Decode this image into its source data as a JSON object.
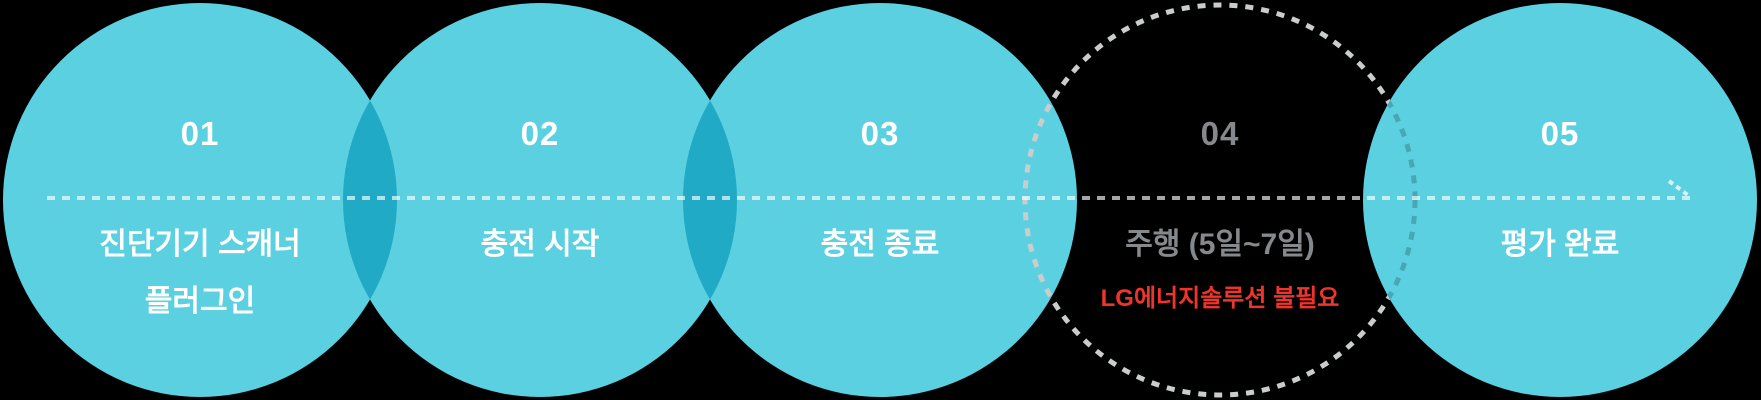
{
  "diagram": {
    "kind": "process-flow",
    "direction": "left-to-right",
    "colors": {
      "background": "#000000",
      "circle_fill": "#5AD0E0",
      "circle_overlap": "#20AAC5",
      "dashed_outline": "#C9CDCE",
      "dashed_outline_on_circle": "#47A7B5",
      "flow_line": "#FFFFFF",
      "step_text": "#FFFFFF",
      "muted_text": "#85898C",
      "alert_text": "#EF342B"
    },
    "flow": {
      "line_style": "dotted",
      "arrow_direction": "right"
    }
  },
  "steps": [
    {
      "number": "01",
      "title": "진단기기 스캐너\n플러그인",
      "style": "filled"
    },
    {
      "number": "02",
      "title": "충전 시작",
      "style": "filled"
    },
    {
      "number": "03",
      "title": "충전 종료",
      "style": "filled"
    },
    {
      "number": "04",
      "title": "주행 (5일~7일)",
      "subtitle": "LG에너지솔루션 불필요",
      "style": "dashed-outline"
    },
    {
      "number": "05",
      "title": "평가 완료",
      "style": "filled"
    }
  ]
}
